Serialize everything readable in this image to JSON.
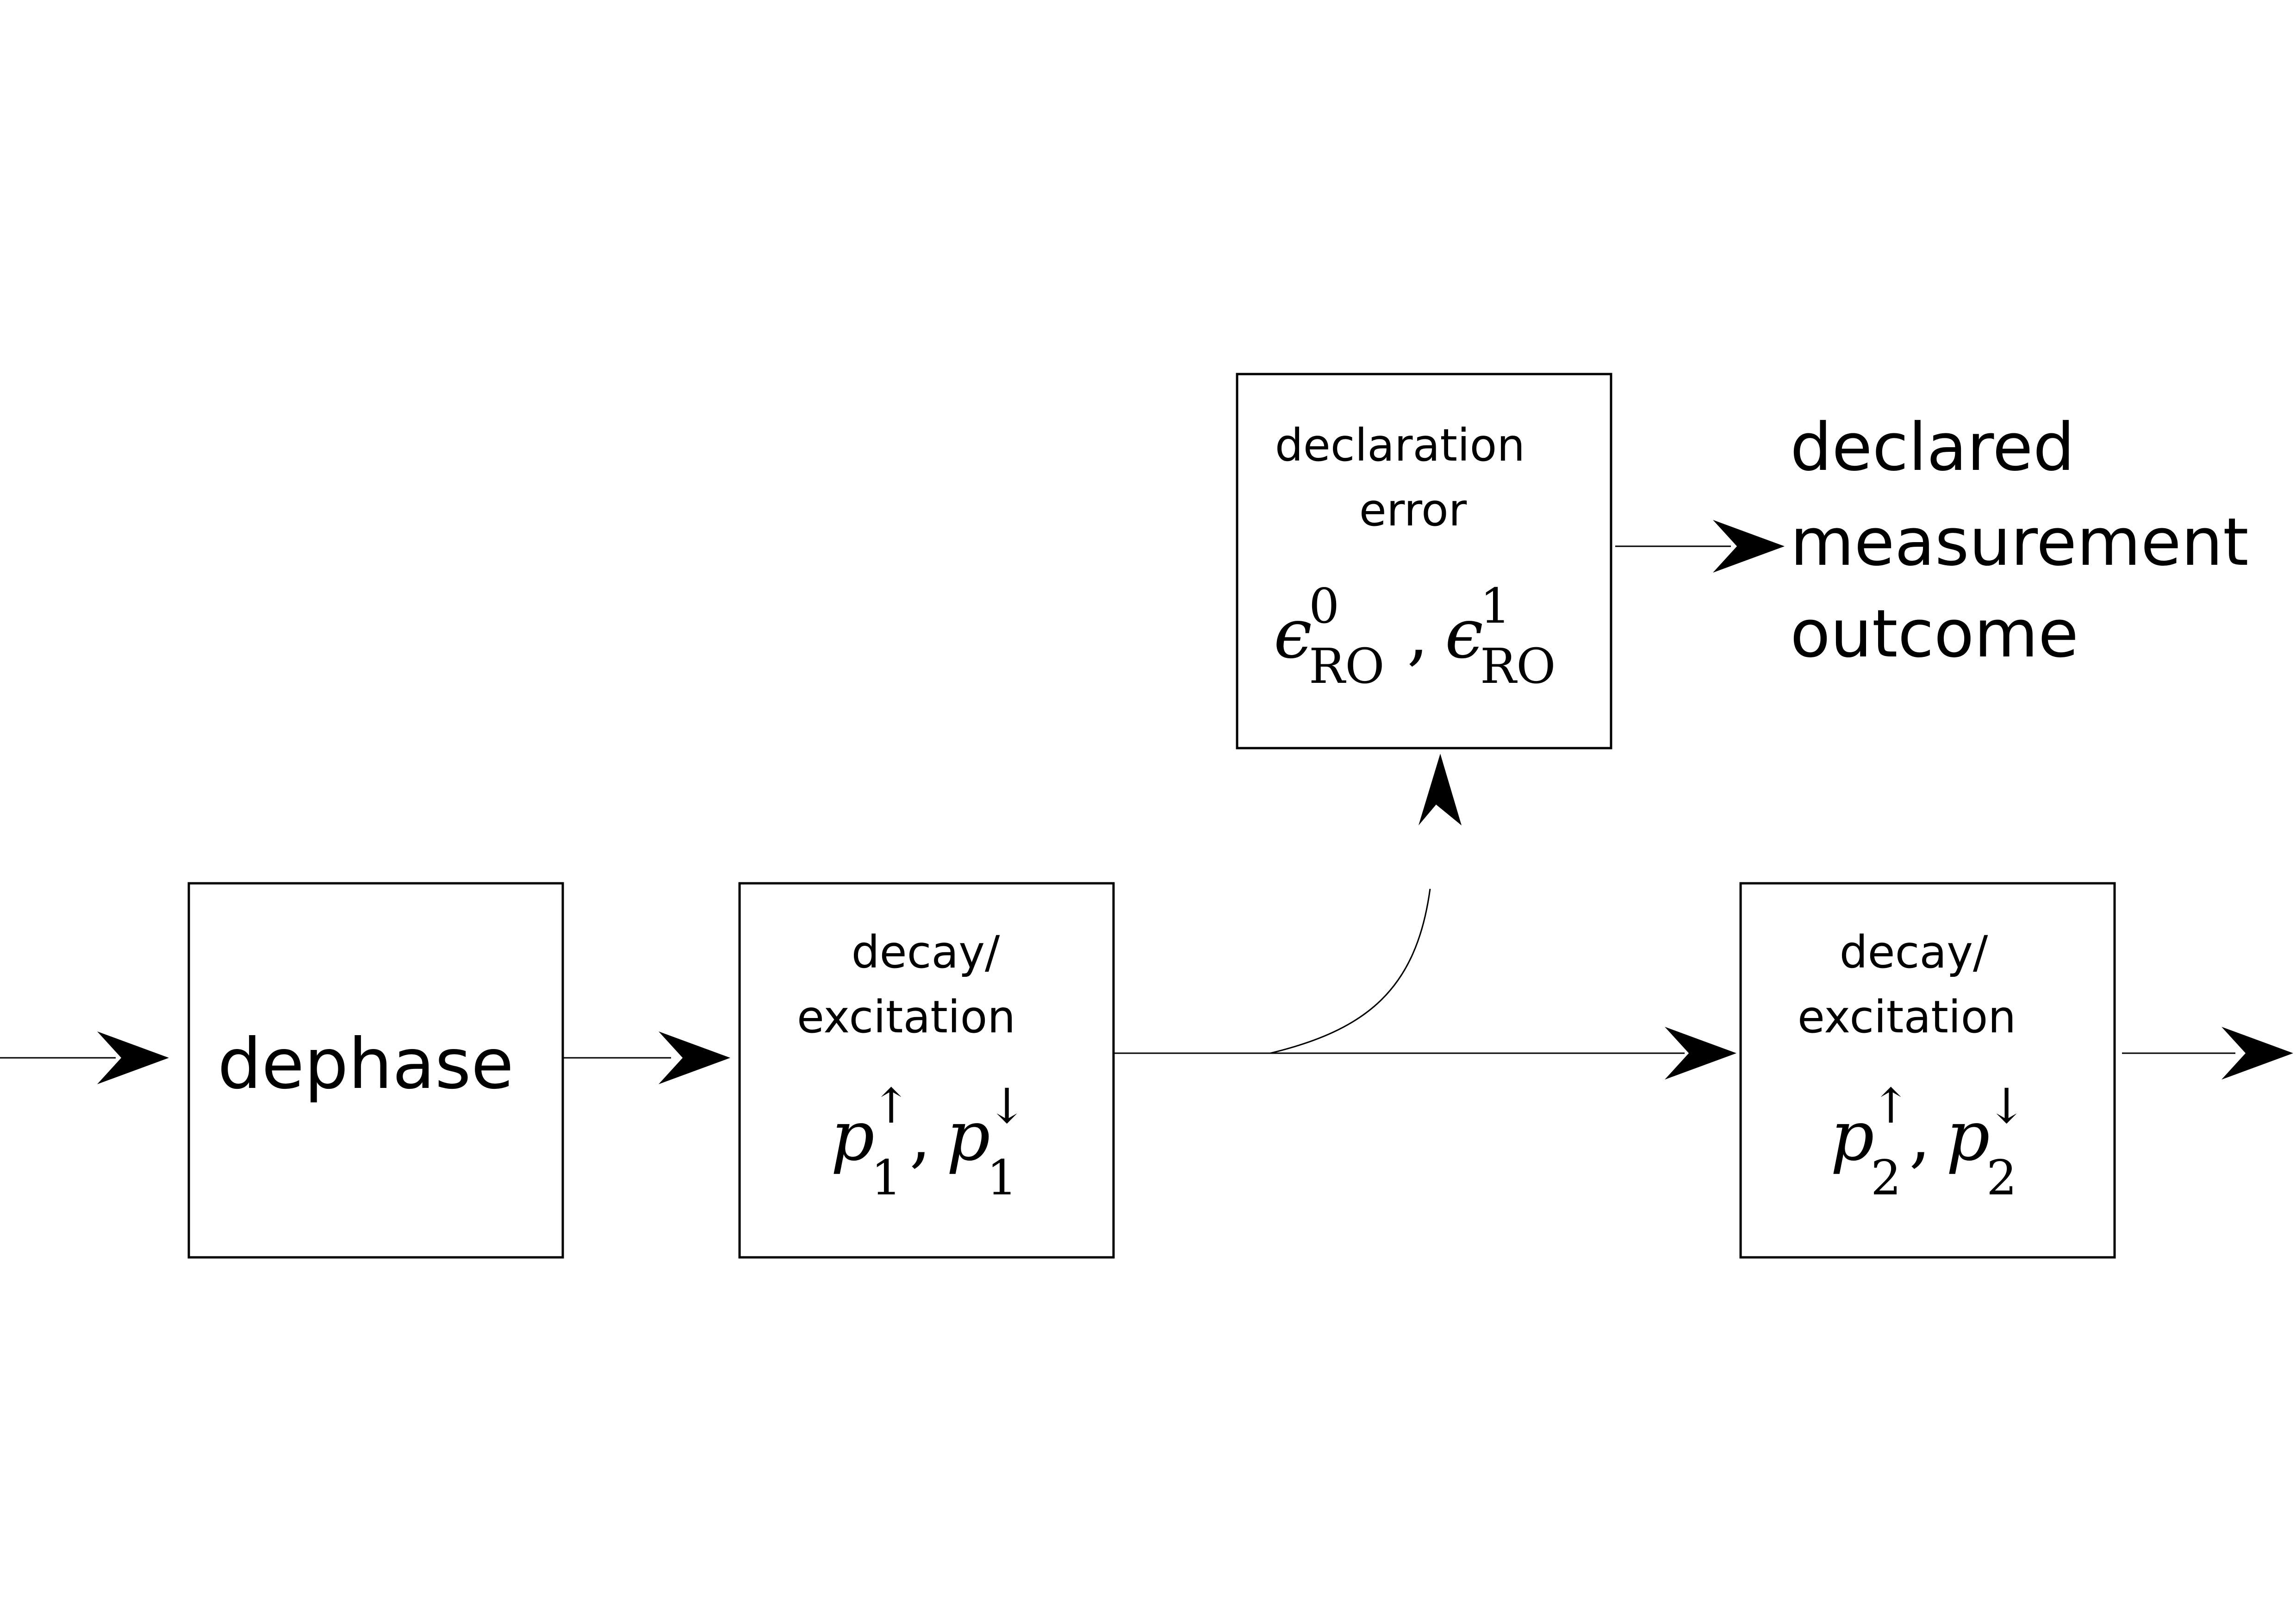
{
  "diagram": {
    "dephase_box": {
      "label": "dephase"
    },
    "decay_box_1": {
      "label_line1": "decay/",
      "label_line2": "excitation",
      "param_symbol": "p",
      "param_subscript": "1",
      "param_sup_up": "↑",
      "param_sup_down": "↓",
      "separator": ","
    },
    "declaration_box": {
      "label_line1": "declaration",
      "label_line2": "error",
      "param_symbol": "ϵ",
      "param_subscript": "RO",
      "param_sup_0": "0",
      "param_sup_1": "1",
      "separator": ","
    },
    "decay_box_2": {
      "label_line1": "decay/",
      "label_line2": "excitation",
      "param_symbol": "p",
      "param_subscript": "2",
      "param_sup_up": "↑",
      "param_sup_down": "↓",
      "separator": ","
    },
    "output_label": {
      "line1": "declared",
      "line2": "measurement",
      "line3": "outcome"
    }
  }
}
